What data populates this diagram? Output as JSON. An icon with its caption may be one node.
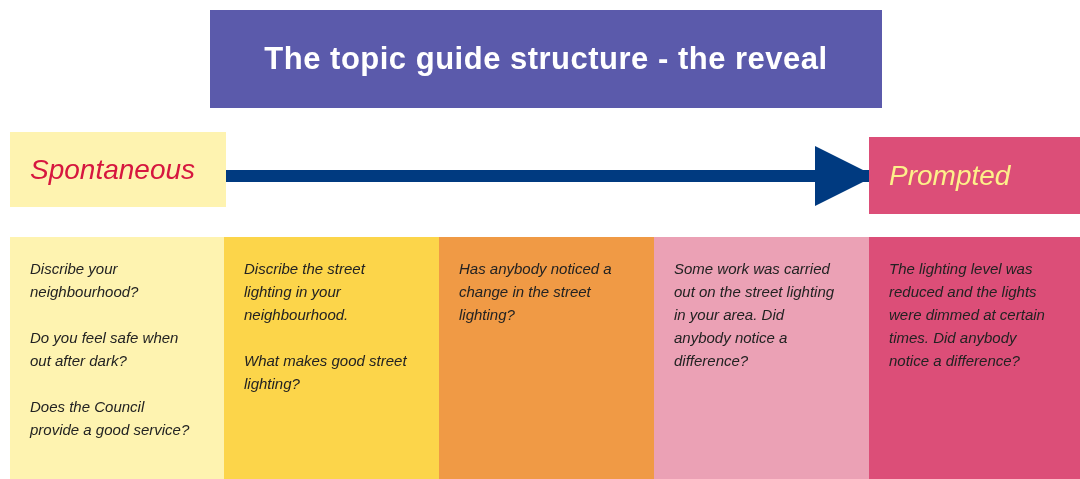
{
  "diagram": {
    "title": "The topic guide structure - the reveal",
    "nodes": [
      {
        "text": [
          "Spontaneous"
        ]
      },
      {
        "text": [
          "Prompted"
        ]
      },
      {
        "text": [
          "Discribe your neighbourhood?",
          "Do you feel safe when out after dark?",
          "Does the Council provide a good service?"
        ]
      },
      {
        "text": [
          "Discribe the street lighting in your neighbourhood.",
          "What makes good street lighting?"
        ]
      },
      {
        "text": [
          "Has anybody noticed a change in the street lighting?"
        ]
      },
      {
        "text": [
          "Some work was carried out on the street lighting in your area. Did anybody notice a difference?"
        ]
      },
      {
        "text": [
          "The lighting level was reduced and the lights were dimmed at certain times. Did anybody notice a difference?"
        ]
      }
    ],
    "edges": [
      {
        "from": 0,
        "to": 1,
        "arrow": "to"
      }
    ]
  }
}
